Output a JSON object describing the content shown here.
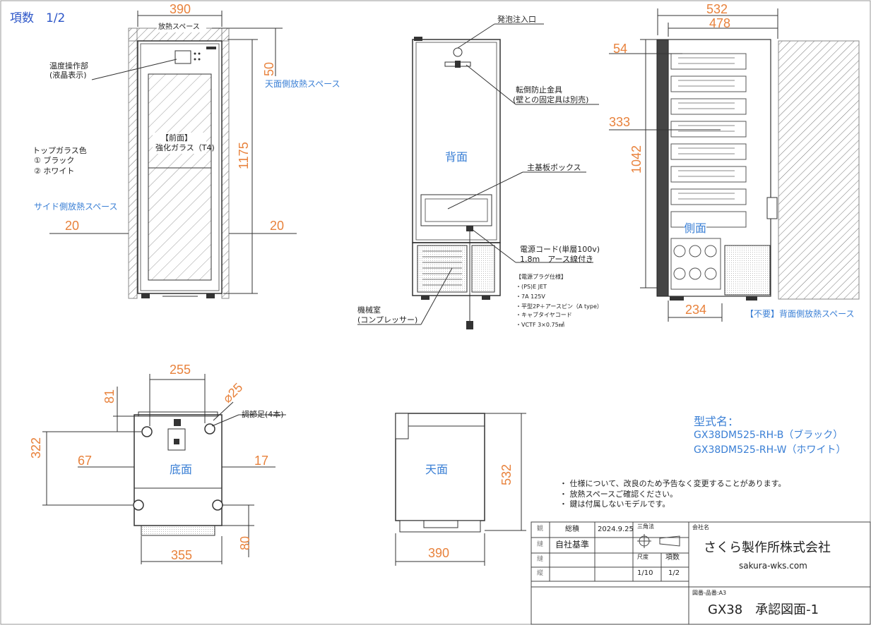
{
  "header": {
    "page": "項数　1/2"
  },
  "front": {
    "top_space": "放熱スペース",
    "temp_ctrl_1": "温度操作部",
    "temp_ctrl_2": "(液晶表示)",
    "glass_1": "【前面】",
    "glass_2": "強化ガラス（T4)",
    "topglass_title": "トップガラス色",
    "topglass_1": "①  ブラック",
    "topglass_2": "②  ホワイト",
    "side_space": "サイド側放熱スペース",
    "top_space_label": "天面側放熱スペース",
    "dim_width": "390",
    "dim_height": "1175",
    "dim_top": "50",
    "dim_side_left": "20",
    "dim_side_right": "20"
  },
  "back": {
    "foam": "発泡注入口",
    "anti_1": "転倒防止金具",
    "anti_2": "(壁との固定具は別売)",
    "label": "背面",
    "board": "主基板ボックス",
    "cord_1": "電源コード(単層100v)",
    "cord_2": "1.8m　アース線付き",
    "plug_title": "【電源プラグ仕様】",
    "plug_items": [
      "・(PS)E JET",
      "・7A 125V",
      "・平型2P＋アースピン（A type）",
      "・キャブタイヤコード",
      "・VCTF 3×0.75㎟"
    ],
    "machine_1": "機械室",
    "machine_2": "(コンプレッサー)"
  },
  "side": {
    "dim_532": "532",
    "dim_478": "478",
    "dim_54": "54",
    "dim_333": "333",
    "dim_1042": "1042",
    "dim_234": "234",
    "label": "側面",
    "no_space": "【不要】背面側放熱スペース"
  },
  "bottom": {
    "dim_255": "255",
    "dim_81": "81",
    "dim_25": "25",
    "foot": "調節足(4本)",
    "dim_322": "322",
    "dim_67": "67",
    "dim_17": "17",
    "label": "底面",
    "dim_80": "80",
    "dim_355": "355"
  },
  "top": {
    "label": "天面",
    "dim_532": "532",
    "dim_390": "390"
  },
  "model": {
    "title": "型式名：",
    "m1": "GX38DM525-RH-B（ブラック）",
    "m2": "GX38DM525-RH-W（ホワイト）"
  },
  "notes": [
    "・ 仕様について、改良のため予告なく変更することがあります。",
    "・ 放熱スペースご確認ください。",
    "・ 鍵は付属しないモデルです。"
  ],
  "titleblock": {
    "r1": "観",
    "r2": "縫",
    "r3": "縫",
    "r4": "縦",
    "c_total": "総積",
    "date": "2024.9.25",
    "standard": "自社基準",
    "method": "三角法",
    "scale_label": "尺度",
    "scale": "1/10",
    "items_label": "項数",
    "items": "1/2",
    "company_label": "会社名",
    "company": "さくら製作所株式会社",
    "url": "sakura-wks.com",
    "drawing_label": "図番-品番:A3",
    "drawing": "GX38　承認図面-1"
  }
}
